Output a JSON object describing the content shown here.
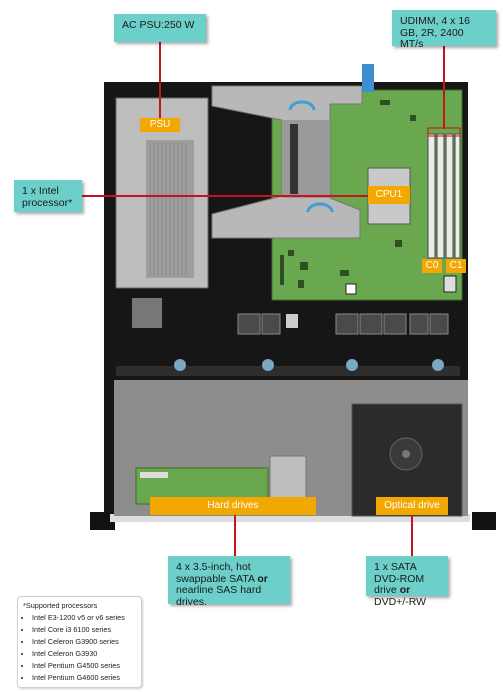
{
  "callouts": {
    "psu": "AC PSU:250 W",
    "memory": "UDIMM, 4 x 16 GB, 2R, 2400 MT/s",
    "processor": "1 x Intel processor*",
    "optical": "1 x SATA DVD-ROM drive or DVD+/-RW",
    "optical_or": "or",
    "optical_before": "1 x SATA DVD-ROM drive ",
    "optical_after": " DVD+/-RW"
  },
  "hard_drive_callout": {
    "before": "4 x 3.5-inch, hot swappable SATA ",
    "or": "or",
    "after": " nearline SAS hard drives."
  },
  "tags": {
    "psu": "PSU",
    "cpu": "CPU1",
    "c0": "C0",
    "c1": "C1",
    "hard_drives": "Hard drives",
    "optical_drive": "Optical drive"
  },
  "notes": {
    "heading": "*Supported processors",
    "items": [
      "Intel E3-1200 v5 or v6 series",
      "Intel Core i3 6100 series",
      "Intel Celeron G3900 series",
      "Intel Celeron G3930",
      "Intel Pentium G4500 series",
      "Intel Pentium G4600 series"
    ]
  },
  "colors": {
    "callout": "#6ccfc9",
    "tag": "#f2a800",
    "leader": "#c4141c",
    "chassis": "#1a1a1a",
    "board": "#6aa84f"
  }
}
